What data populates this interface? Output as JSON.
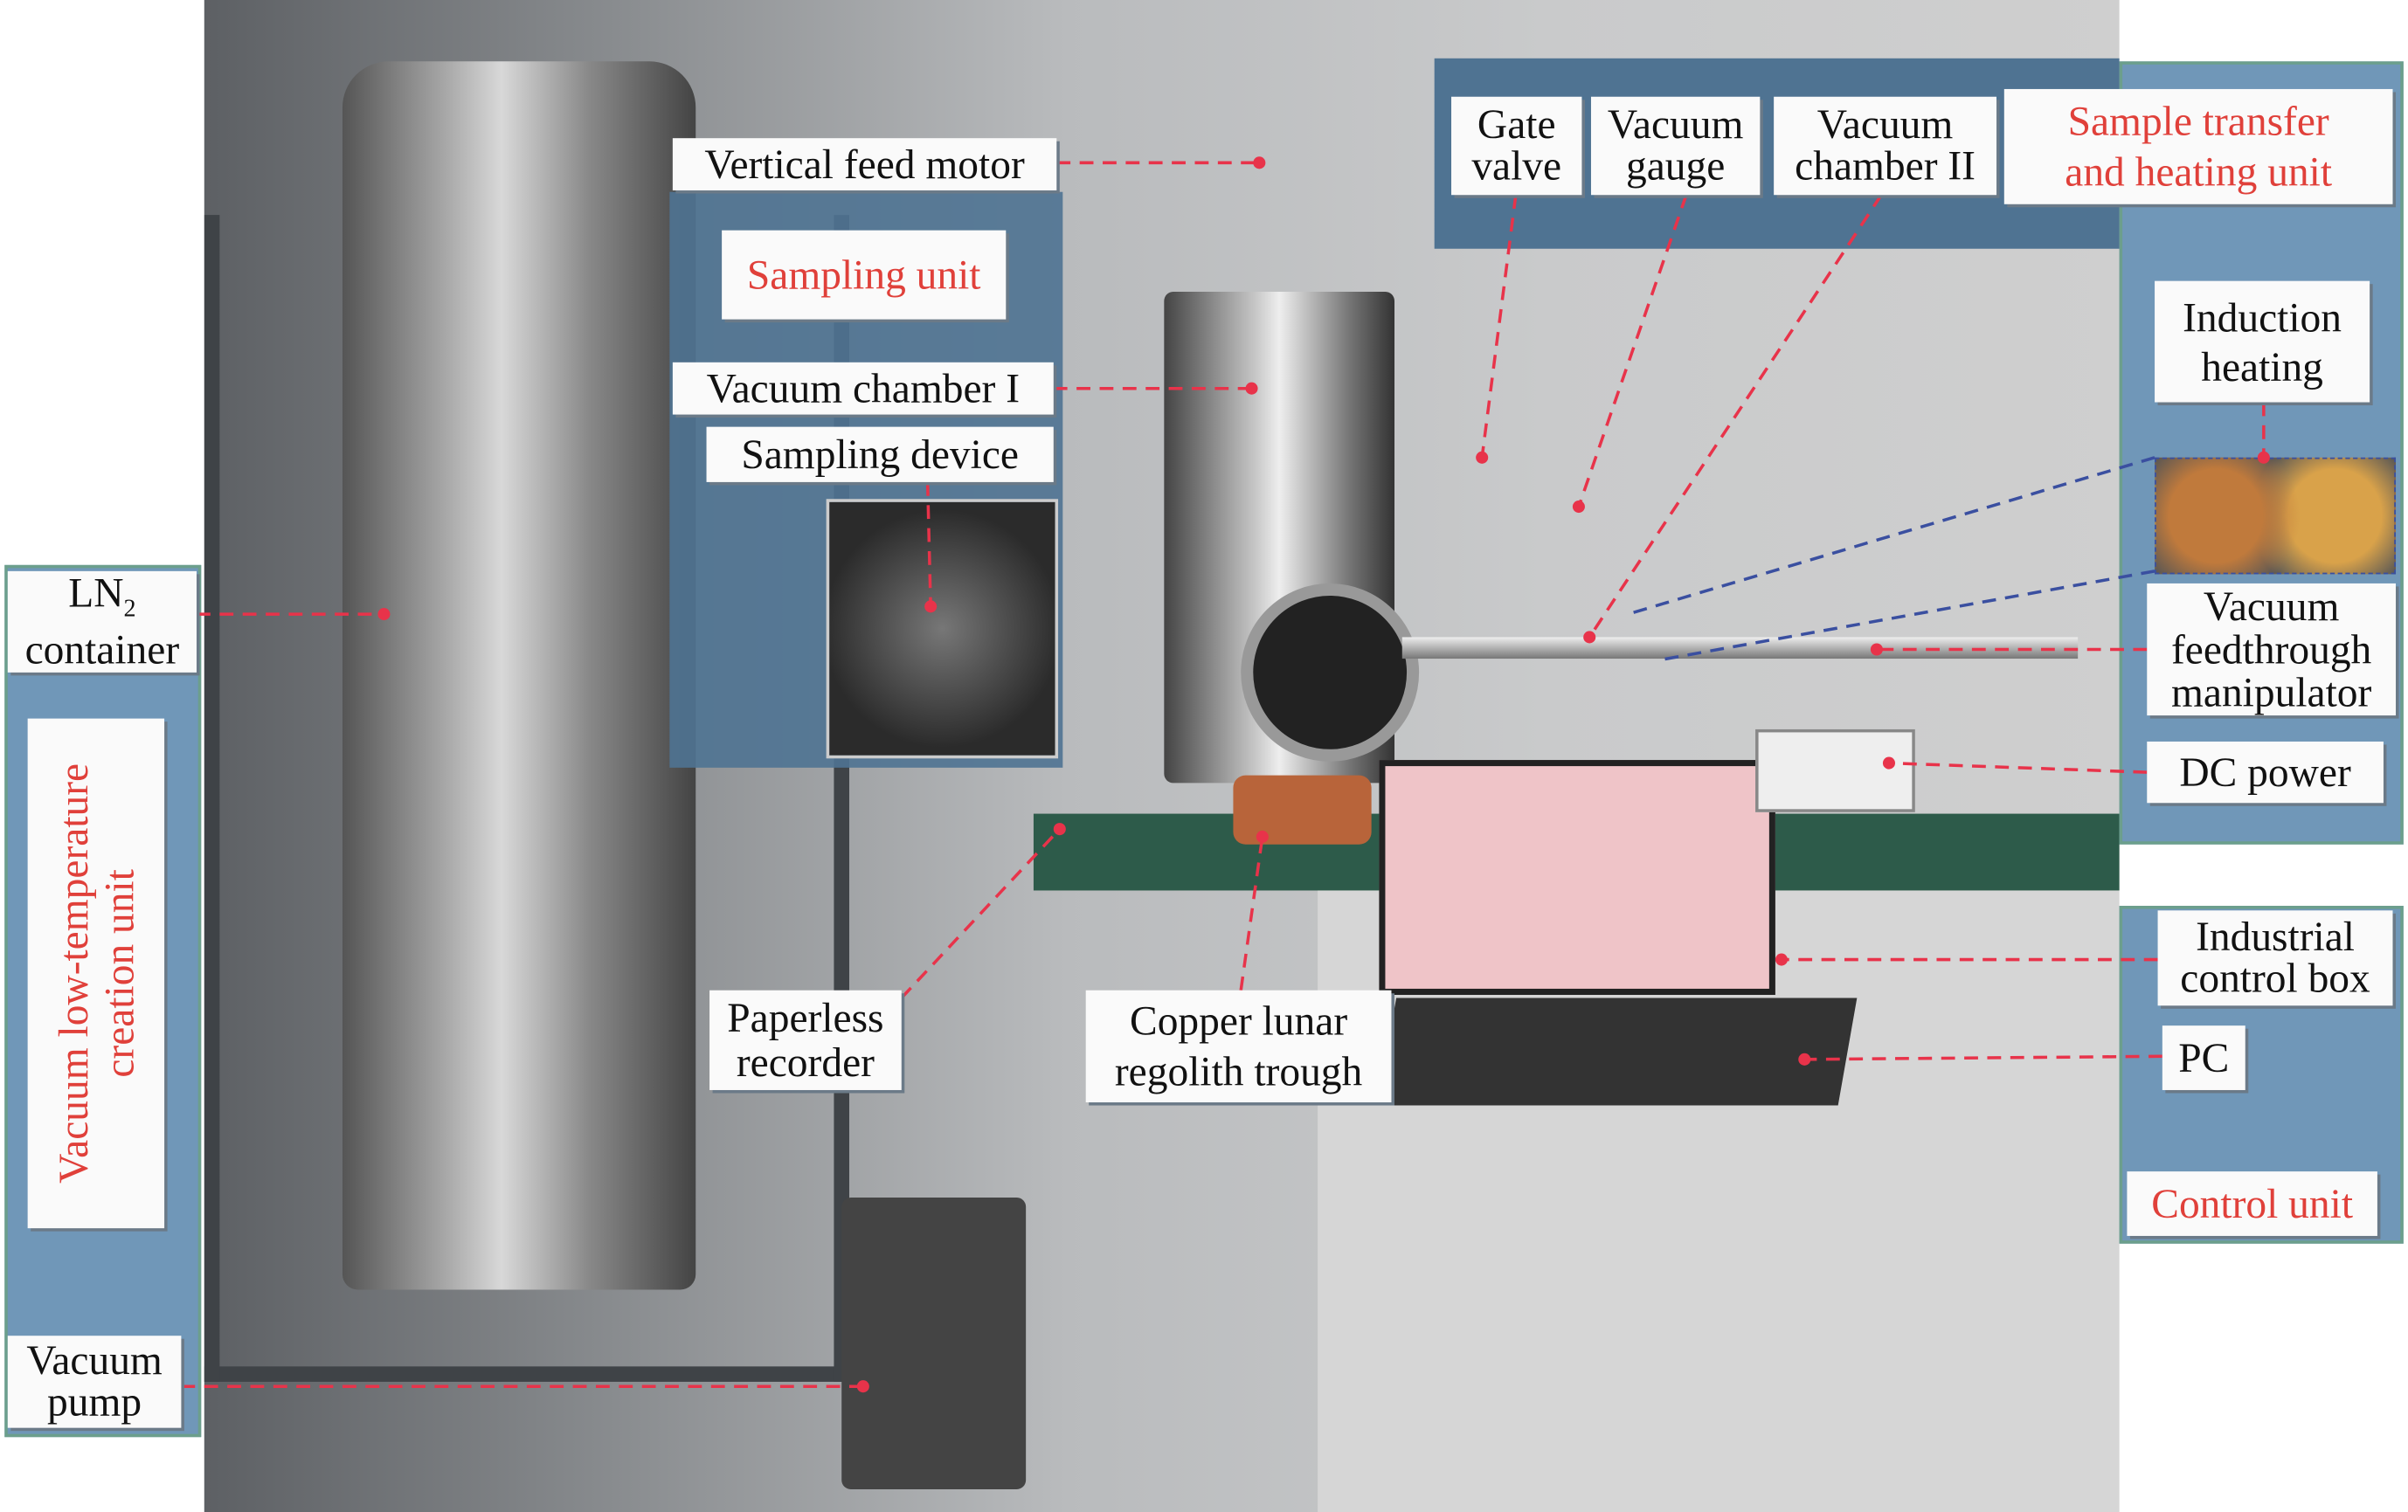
{
  "labels": {
    "vertical_feed_motor": "Vertical feed motor",
    "sampling_unit": "Sampling unit",
    "vacuum_chamber_1": "Vacuum chamber I",
    "sampling_device": "Sampling device",
    "gate_valve": [
      "Gate",
      "valve"
    ],
    "vacuum_gauge": [
      "Vacuum",
      "gauge"
    ],
    "vacuum_chamber_2": [
      "Vacuum",
      "chamber II"
    ],
    "sample_transfer": [
      "Sample transfer",
      "and heating unit"
    ],
    "induction_heating": [
      "Induction",
      "heating"
    ],
    "vacuum_feedthrough": [
      "Vacuum",
      "feedthrough",
      "manipulator"
    ],
    "dc_power": "DC power",
    "industrial_control_box": [
      "Industrial",
      "control box"
    ],
    "pc": "PC",
    "control_unit": "Control unit",
    "ln2_container": {
      "main": "LN",
      "sub": "2",
      "line2": "container"
    },
    "vacuum_low_temp": [
      "Vacuum low-temperature",
      "creation unit"
    ],
    "vacuum_pump": [
      "Vacuum",
      "pump"
    ],
    "paperless_recorder": [
      "Paperless",
      "recorder"
    ],
    "copper_trough": [
      "Copper lunar",
      "regolith trough"
    ]
  },
  "colors": {
    "panel_dark": "#4f7392",
    "panel_light": "#7097b8",
    "leader": "#e8334a",
    "unit_text": "#e0403a"
  }
}
